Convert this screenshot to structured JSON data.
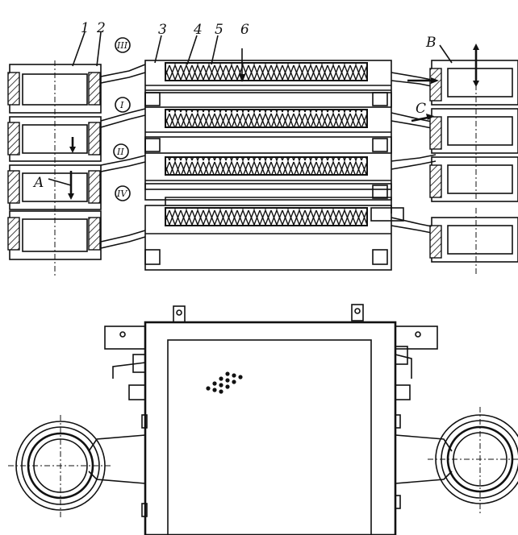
{
  "labels": {
    "n1": "1",
    "n2": "2",
    "n3": "3",
    "n4": "4",
    "n5": "5",
    "n6": "6",
    "a": "A",
    "b": "B",
    "c": "C"
  },
  "stages": {
    "s1": "I",
    "s2": "II",
    "s3": "III",
    "s4": "IV"
  },
  "colors": {
    "ink": "#111111",
    "paper": "#ffffff"
  }
}
